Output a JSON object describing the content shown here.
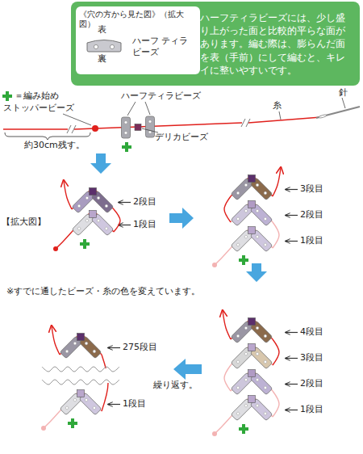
{
  "diagram": {
    "nodes": [
      {
        "text": [
          "ハーフティラビーズには、少し盛り上がった面と比較的平らな面があります。編む際は、膨らんだ面を表（手前）にして編むと、キレイに整いやすいです。"
        ]
      },
      {
        "text": [
          "《穴の方から見た図》（拡大図）",
          "表",
          "裏",
          "ハーフ ティラビーズ"
        ],
        "in": 0
      }
    ],
    "labels": [
      "＝編み始め",
      "ストッパービーズ",
      "ハーフティラビーズ",
      "デリカビーズ",
      "糸",
      "針",
      "約30cm残す。",
      "【拡大図】",
      "2段目",
      "1段目",
      "3段目",
      "2段目",
      "1段目",
      "※すでに通したビーズ・糸の色を変えています。",
      "4段目",
      "3段目",
      "2段目",
      "1段目",
      "275段目",
      "1段目",
      "繰り返す。"
    ]
  }
}
